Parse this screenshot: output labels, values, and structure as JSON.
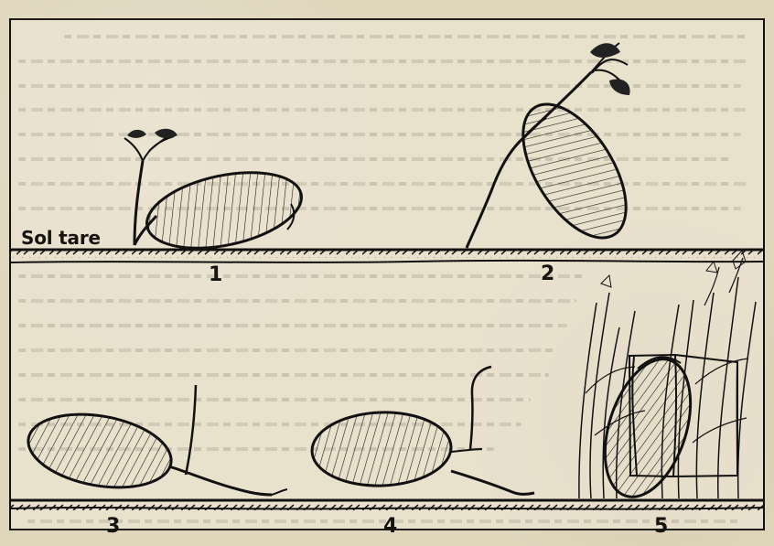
{
  "diagram": {
    "soil_label": "Sol tare",
    "figure_numbers": [
      "1",
      "2",
      "3",
      "4",
      "5"
    ]
  },
  "colors": {
    "paper": "#dfd6bc",
    "ink": "#151411"
  },
  "icons": [
    "acorn-1-icon",
    "acorn-2-icon",
    "acorn-3-icon",
    "acorn-4-icon",
    "acorn-5-icon"
  ]
}
